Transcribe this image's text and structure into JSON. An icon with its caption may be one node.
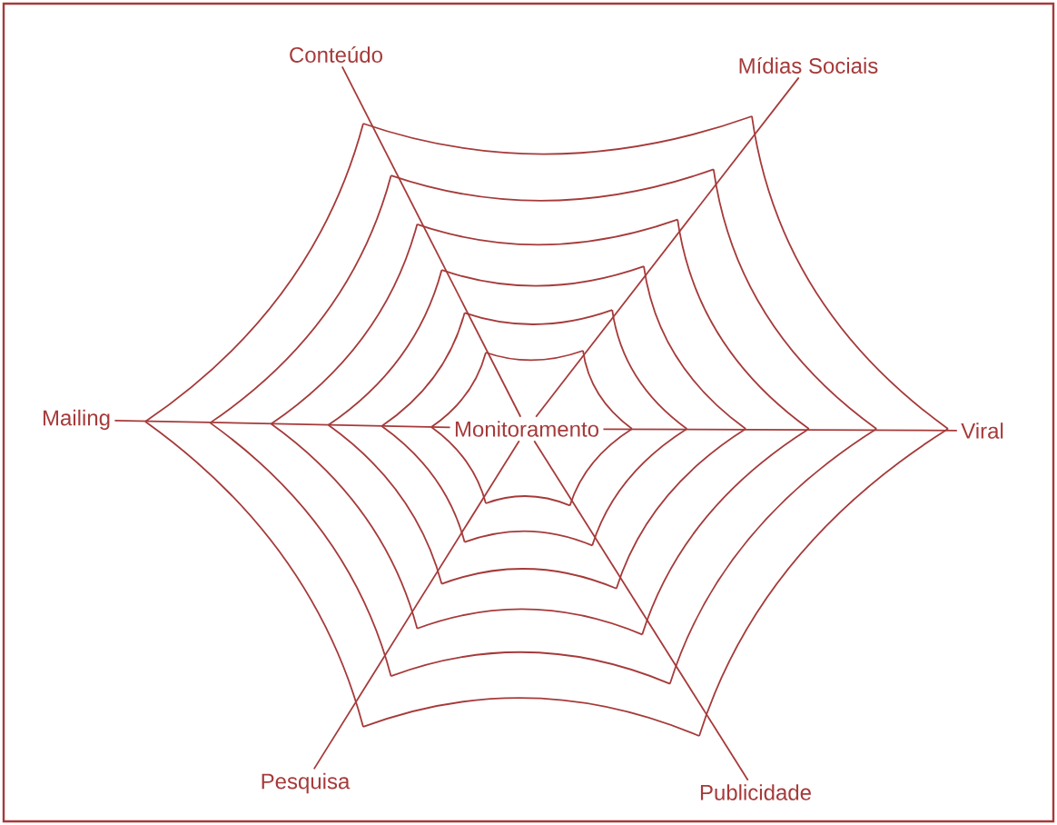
{
  "diagram": {
    "nodes": [
      {
        "text": [
          "Monitoramento"
        ]
      },
      {
        "text": [
          "Conteúdo"
        ]
      },
      {
        "text": [
          "Mídias Sociais"
        ]
      },
      {
        "text": [
          "Mailing"
        ]
      },
      {
        "text": [
          "Viral"
        ]
      },
      {
        "text": [
          "Pesquisa"
        ]
      },
      {
        "text": [
          "Publicidade"
        ]
      }
    ],
    "edges": [
      {
        "from": 0,
        "to": 1,
        "arrow": "none"
      },
      {
        "from": 0,
        "to": 2,
        "arrow": "none"
      },
      {
        "from": 0,
        "to": 3,
        "arrow": "none"
      },
      {
        "from": 0,
        "to": 4,
        "arrow": "none"
      },
      {
        "from": 0,
        "to": 5,
        "arrow": "none"
      },
      {
        "from": 0,
        "to": 6,
        "arrow": "none"
      }
    ]
  }
}
